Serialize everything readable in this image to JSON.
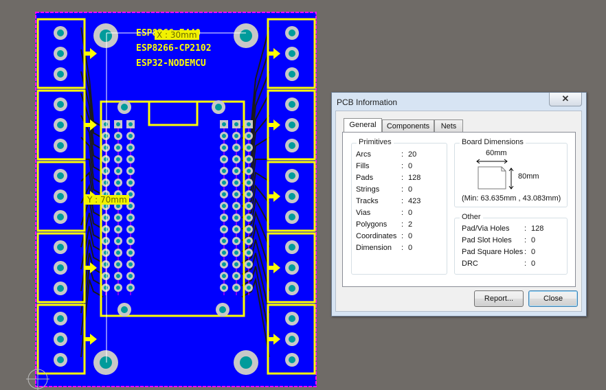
{
  "pcb": {
    "silk_lines": [
      "ESP8266-F440",
      "ESP8266-CP2102",
      "ESP32-NODEMCU"
    ],
    "measure_x": "X : 30mm",
    "measure_y": "Y : 70mm",
    "colors": {
      "board": "#0000ff",
      "silk": "#ffff00",
      "outline": "#ff00ff",
      "copper": "#1a1a1a",
      "pad": "#c8c8c8",
      "hole": "#009b9b"
    }
  },
  "dialog": {
    "title": "PCB Information",
    "close_glyph": "✕",
    "tabs": [
      "General",
      "Components",
      "Nets"
    ],
    "primitives": {
      "caption": "Primitives",
      "items": [
        {
          "label": "Arcs",
          "value": "20"
        },
        {
          "label": "Fills",
          "value": "0"
        },
        {
          "label": "Pads",
          "value": "128"
        },
        {
          "label": "Strings",
          "value": "0"
        },
        {
          "label": "Tracks",
          "value": "423"
        },
        {
          "label": "Vias",
          "value": "0"
        },
        {
          "label": "Polygons",
          "value": "2"
        },
        {
          "label": "Coordinates",
          "value": "0"
        },
        {
          "label": "Dimension",
          "value": "0"
        }
      ]
    },
    "board": {
      "caption": "Board Dimensions",
      "width": "60mm",
      "height": "80mm",
      "min": "(Min: 63.635mm , 43.083mm)"
    },
    "other": {
      "caption": "Other",
      "items": [
        {
          "label": "Pad/Via Holes",
          "value": "128"
        },
        {
          "label": "Pad Slot Holes",
          "value": "0"
        },
        {
          "label": "Pad Square Holes",
          "value": "0"
        },
        {
          "label": "DRC",
          "value": "0"
        }
      ]
    },
    "buttons": {
      "report": "Report...",
      "close": "Close"
    }
  }
}
